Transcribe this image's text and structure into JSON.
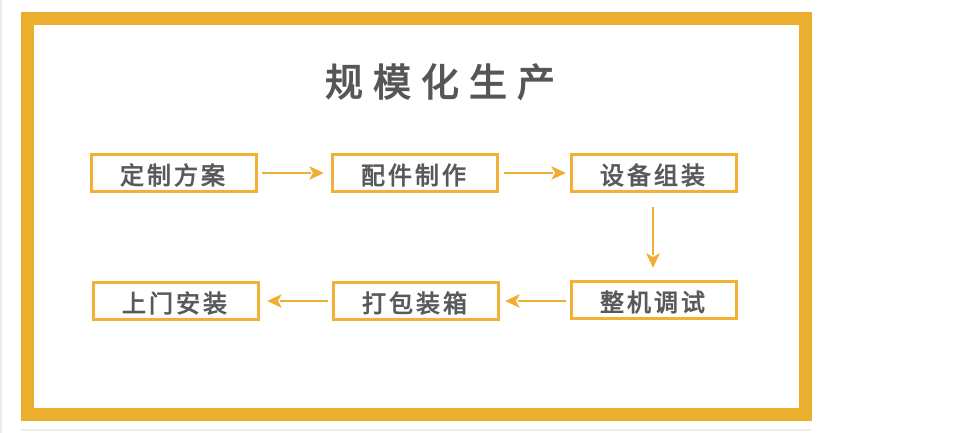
{
  "diagram": {
    "title": "规模化生产",
    "nodes": [
      {
        "label": "定制方案"
      },
      {
        "label": "配件制作"
      },
      {
        "label": "设备组装"
      },
      {
        "label": "上门安装"
      },
      {
        "label": "打包装箱"
      },
      {
        "label": "整机调试"
      }
    ],
    "arrows": [
      {
        "from": "定制方案",
        "to": "配件制作",
        "direction": "right"
      },
      {
        "from": "配件制作",
        "to": "设备组装",
        "direction": "right"
      },
      {
        "from": "设备组装",
        "to": "整机调试",
        "direction": "down"
      },
      {
        "from": "整机调试",
        "to": "打包装箱",
        "direction": "left"
      },
      {
        "from": "打包装箱",
        "to": "上门安装",
        "direction": "left"
      }
    ],
    "colors": {
      "frame_border": "#ecae2d",
      "node_border": "#f2b134",
      "arrow": "#f0ad30",
      "text": "#58595b",
      "background": "#ffffff"
    }
  }
}
